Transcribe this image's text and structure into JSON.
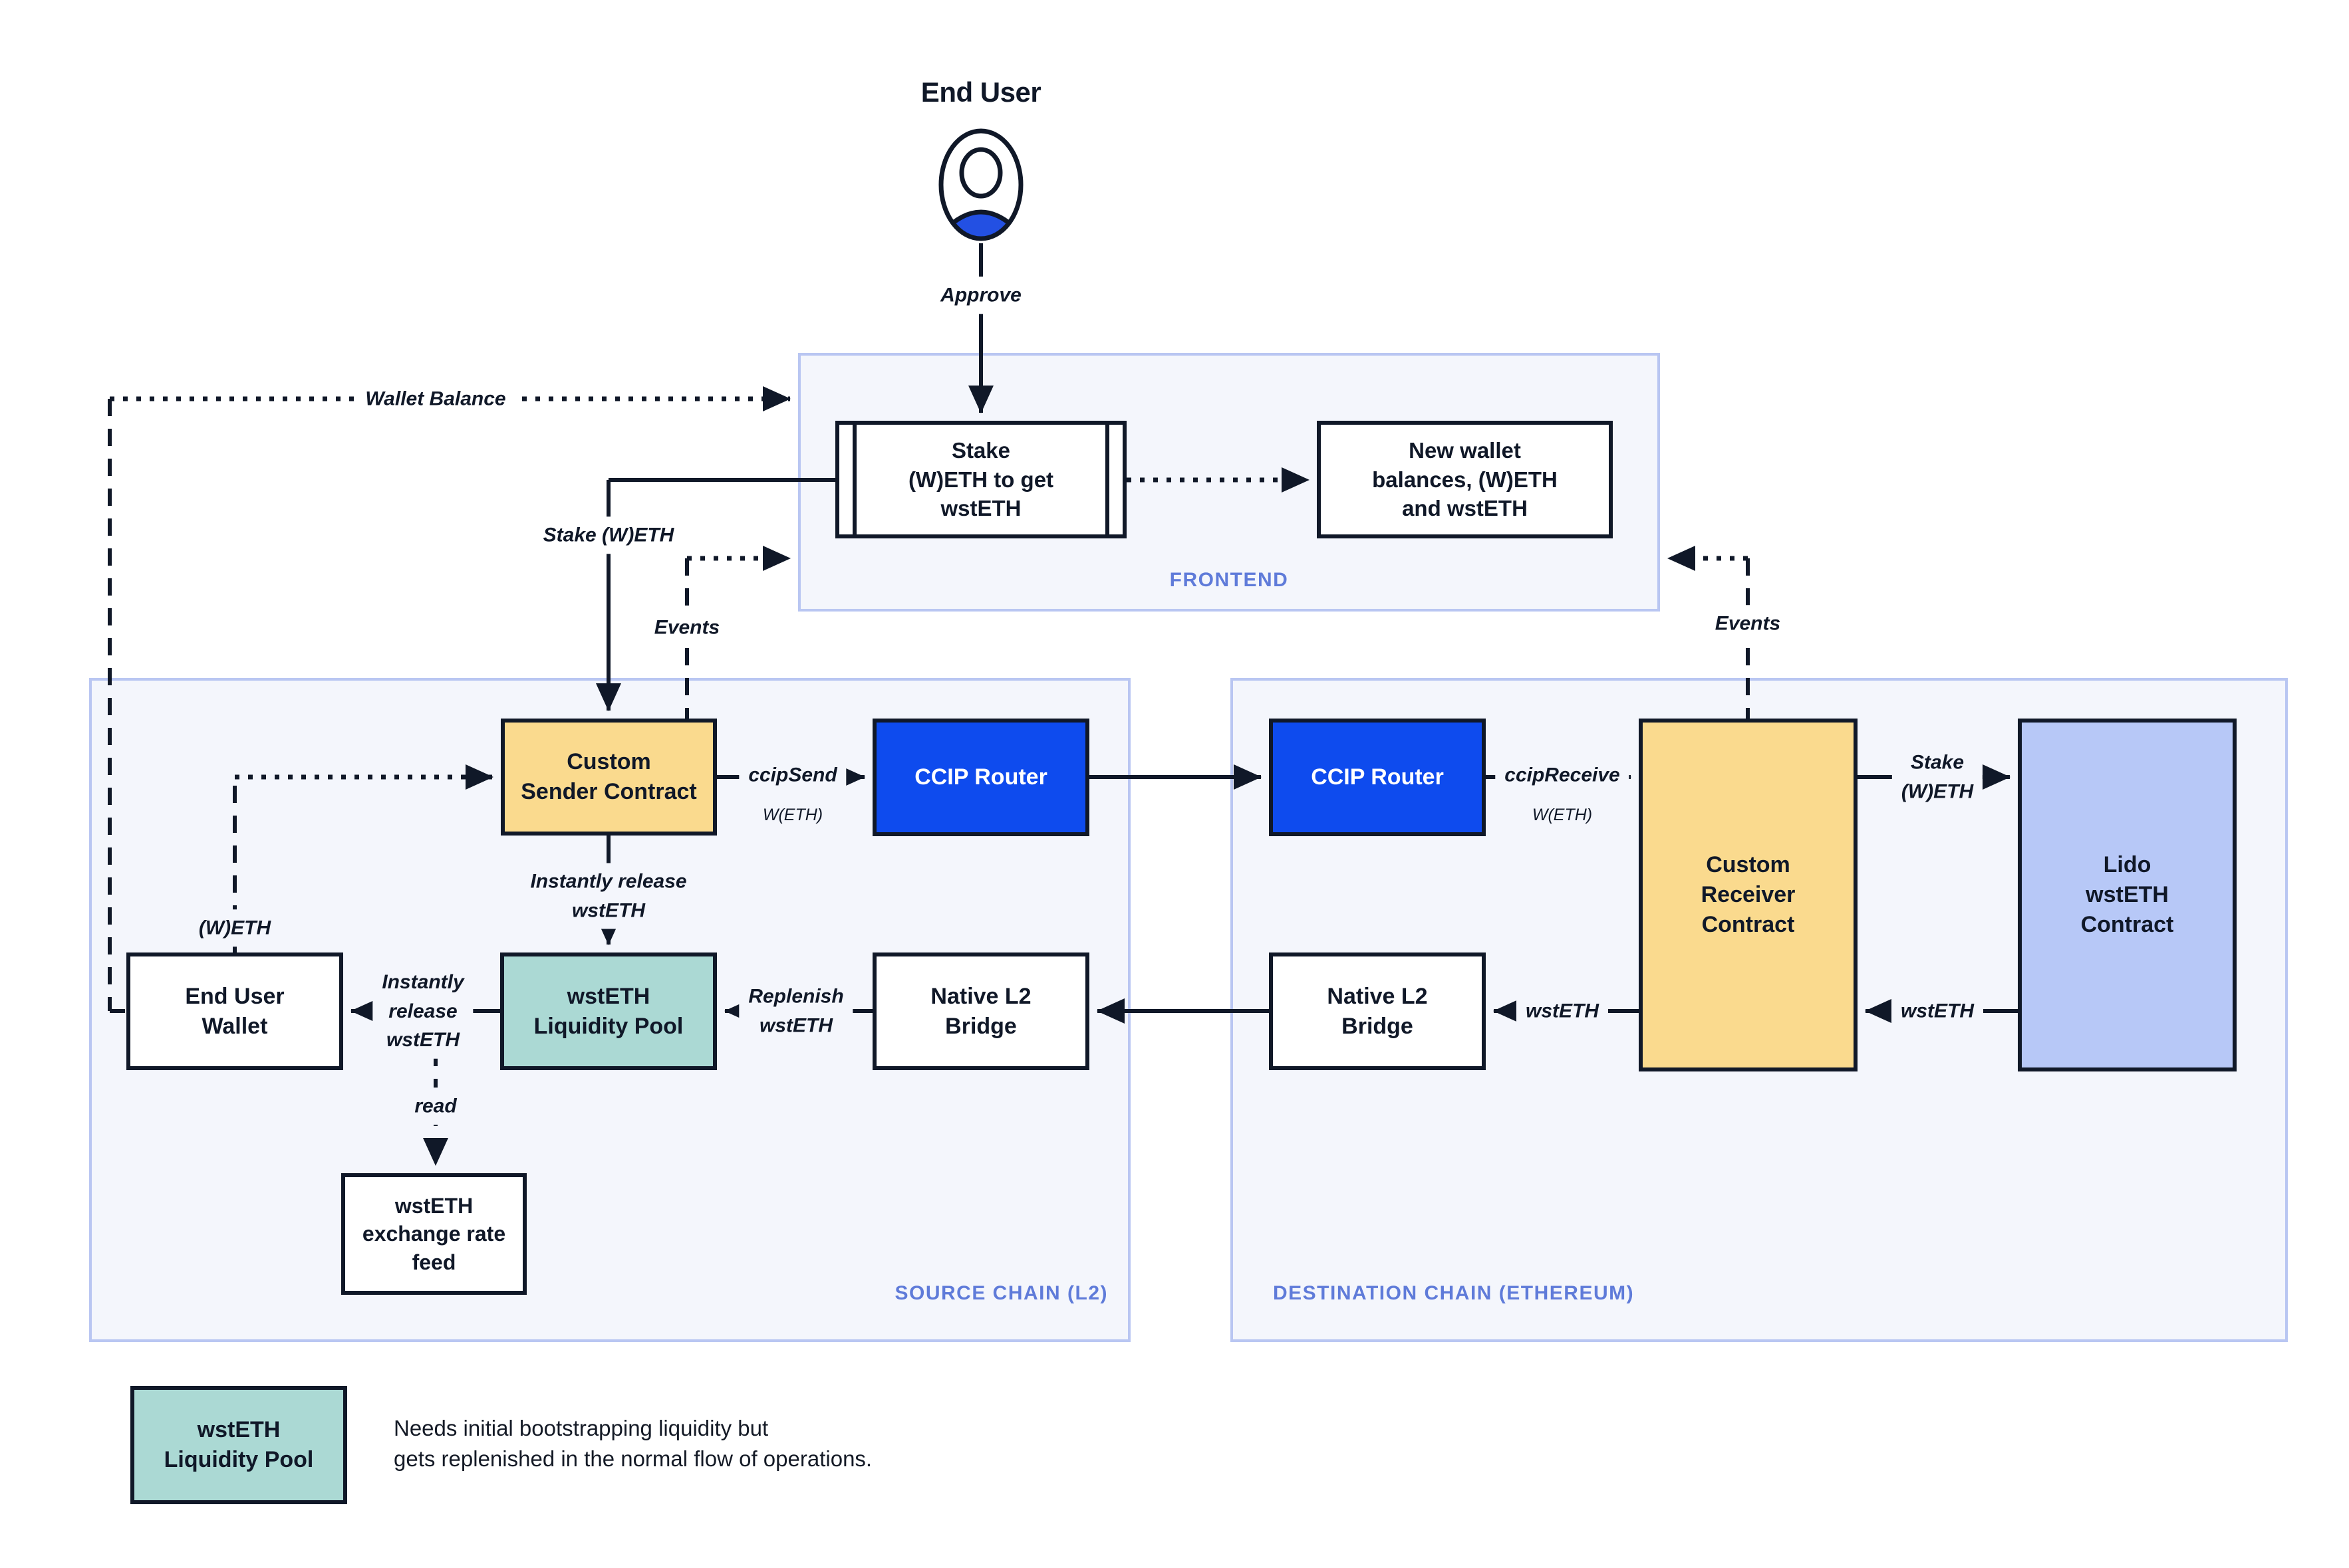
{
  "colors": {
    "ink": "#101828",
    "yellow": "#FADA8E",
    "ccip_blue": "#0E4BEE",
    "teal": "#ABD9D4",
    "periwinkle": "#B7C8F7",
    "container_fill": "#F4F6FC",
    "container_border": "#B9C6F2",
    "zone_label": "#5F7BD9",
    "person_blue": "#2350E3",
    "canvas_bg": "#FFFFFF"
  },
  "end_user": {
    "title": "End User",
    "approve_label": "Approve"
  },
  "frontend": {
    "zone_label": "FRONTEND",
    "stake_widget": "Stake\n(W)ETH to get\nwstETH",
    "new_wallet_widget": "New wallet\nbalances, (W)ETH\nand wstETH",
    "wallet_balance_label": "Wallet Balance",
    "events_left_label": "Events",
    "events_right_label": "Events"
  },
  "source_chain": {
    "zone_label": "SOURCE CHAIN (L2)",
    "custom_sender": "Custom\nSender Contract",
    "ccip_router": "CCIP Router",
    "end_user_wallet": "End User\nWallet",
    "liquidity_pool": "wstETH\nLiquidity Pool",
    "native_bridge": "Native L2\nBridge",
    "rate_feed": "wstETH\nexchange rate\nfeed",
    "labels": {
      "stake_weth": "Stake (W)ETH",
      "ccip_send": "ccipSend",
      "ccip_send_asset": "W(ETH)",
      "instantly_release_v": "Instantly release\nwstETH",
      "weth": "(W)ETH",
      "instantly_release_h": "Instantly\nrelease\nwstETH",
      "replenish": "Replenish\nwstETH",
      "read": "read"
    }
  },
  "destination_chain": {
    "zone_label": "DESTINATION CHAIN (ETHEREUM)",
    "ccip_router": "CCIP Router",
    "custom_receiver": "Custom\nReceiver\nContract",
    "native_bridge": "Native L2\nBridge",
    "lido_contract": "Lido\nwstETH\nContract",
    "labels": {
      "ccip_receive": "ccipReceive",
      "ccip_receive_asset": "W(ETH)",
      "stake_weth": "Stake\n(W)ETH",
      "wsteth_to_receiver": "wstETH",
      "wsteth_to_bridge": "wstETH"
    }
  },
  "legend": {
    "box_label": "wstETH\nLiquidity Pool",
    "note": "Needs initial bootstrapping liquidity but\ngets replenished in the normal flow of operations."
  }
}
